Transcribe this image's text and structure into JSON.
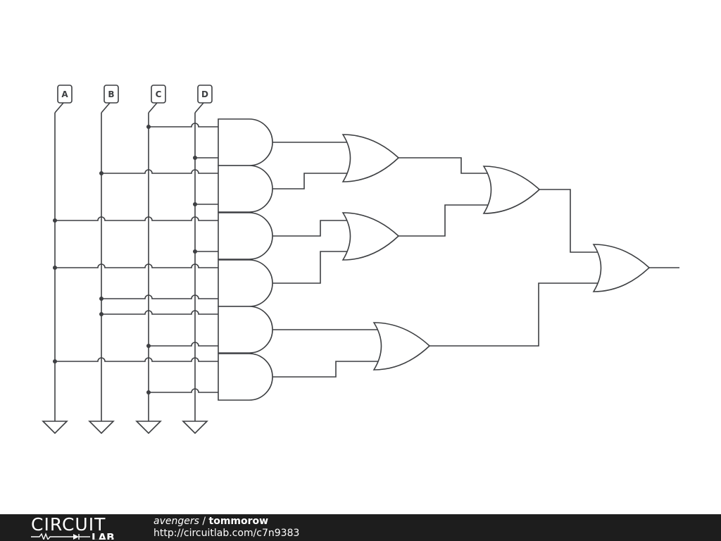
{
  "inputs": [
    {
      "label": "A"
    },
    {
      "label": "B"
    },
    {
      "label": "C"
    },
    {
      "label": "D"
    }
  ],
  "footer": {
    "logo_top": "CIRCUIT",
    "logo_bottom": "LAB",
    "owner": "avengers",
    "separator": " / ",
    "project": "tommorow",
    "url": "http://circuitlab.com/c7n9383"
  },
  "colors": {
    "wire": "#3d3f42",
    "footer_bg": "#1d1d1d",
    "footer_text": "#ffffff"
  }
}
